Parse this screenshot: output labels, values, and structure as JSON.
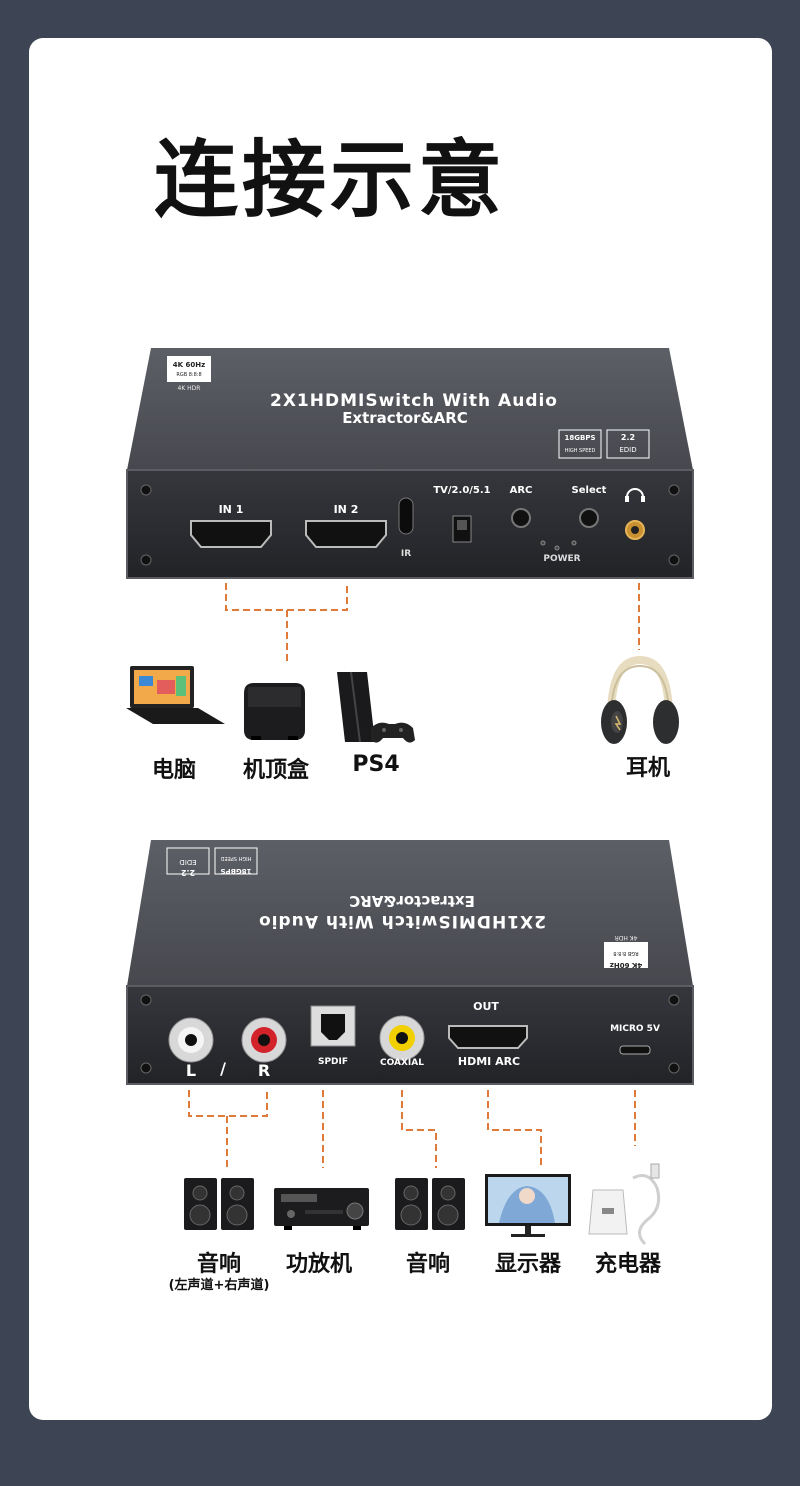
{
  "title": "连接示意",
  "device_front": {
    "brand_badge": "4K 60Hz",
    "badge_sub": "RGB 8:8:8",
    "badge_hdr": "4K HDR",
    "name_line1": "2X1HDMISwitch With Audio",
    "name_line2": "Extractor&ARC",
    "spec1_top": "18GBPS",
    "spec1_bottom": "HIGH SPEED",
    "spec2_top": "2.2",
    "spec2_bottom": "EDID",
    "port_in1": "IN 1",
    "port_in2": "IN 2",
    "ir": "IR",
    "switch_label": "TV/2.0/5.1",
    "arc_label": "ARC",
    "select_label": "Select",
    "power_label": "POWER"
  },
  "device_back": {
    "name_line1": "2X1HDMISwitch With Audio",
    "name_line2": "Extractor&ARC",
    "spec1_top": "18GBPS",
    "spec1_bottom": "HIGH SPEED",
    "spec2_top": "2.2",
    "spec2_bottom": "EDID",
    "badge_hdr": "4K HDR",
    "badge_sub": "RGB 8:8:8",
    "badge_4k": "4K 60Hz",
    "l_label": "L",
    "slash": "/",
    "r_label": "R",
    "spdif_label": "SPDIF",
    "coaxial_label": "COAXIAL",
    "out_label": "OUT",
    "hdmi_arc_label": "HDMI ARC",
    "micro_label": "MICRO 5V"
  },
  "inputs": [
    {
      "label": "电脑",
      "icon": "laptop-icon"
    },
    {
      "label": "机顶盒",
      "icon": "set-top-box-icon"
    },
    {
      "label": "PS4",
      "icon": "game-console-icon"
    }
  ],
  "headphone": {
    "label": "耳机",
    "icon": "headphones-icon"
  },
  "outputs": [
    {
      "label": "音响",
      "sub": "(左声道+右声道)",
      "icon": "speaker-icon"
    },
    {
      "label": "功放机",
      "sub": "",
      "icon": "amplifier-icon"
    },
    {
      "label": "音响",
      "sub": "",
      "icon": "speaker-icon"
    },
    {
      "label": "显示器",
      "sub": "",
      "icon": "monitor-icon"
    },
    {
      "label": "充电器",
      "sub": "",
      "icon": "charger-icon"
    }
  ],
  "colors": {
    "background": "#3d4454",
    "card": "#ffffff",
    "connector_line": "#e07a3a",
    "device_body": "#4a4c52",
    "device_face": "#2a2b2f"
  }
}
